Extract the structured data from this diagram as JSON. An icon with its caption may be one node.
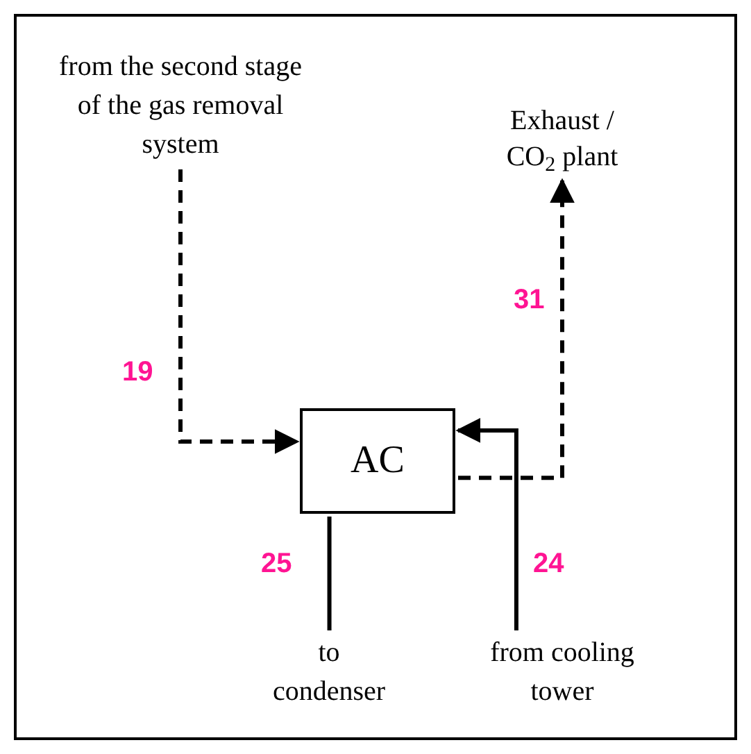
{
  "diagram": {
    "nodes": [
      {
        "text": [
          "from the second stage of the gas removal system"
        ]
      },
      {
        "text": [
          "AC"
        ]
      },
      {
        "text": [
          "Exhaust / CO$_{2}$ plant"
        ]
      },
      {
        "text": [
          "to condenser"
        ]
      },
      {
        "text": [
          "from cooling tower"
        ]
      }
    ],
    "edges": [
      {
        "from": 0,
        "to": 1,
        "arrow": "to",
        "label": "19",
        "style": "dashed"
      },
      {
        "from": 1,
        "to": 2,
        "arrow": "to",
        "label": "31",
        "style": "dashed"
      },
      {
        "from": 1,
        "to": 3,
        "arrow": "none",
        "label": "25"
      },
      {
        "from": 4,
        "to": 1,
        "arrow": "to",
        "label": "24"
      }
    ]
  }
}
